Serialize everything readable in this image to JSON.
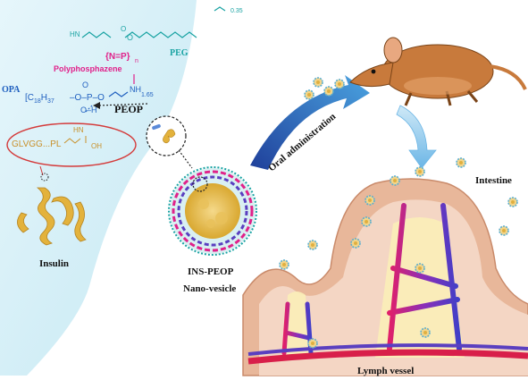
{
  "labels": {
    "peg": "PEG",
    "polyphosphazene": "Polyphosphazene",
    "opa": "OPA",
    "c18": "[C",
    "c18_sub": "18",
    "c18_h": "H",
    "c18_h_sub": "37",
    "peop": "PEOP",
    "sub_035": "0.35",
    "sub_165": "1.65",
    "sub_n": "n",
    "peptide": "GLVGG...PL",
    "insulin": "Insulin",
    "ins_peop": "INS-PEOP",
    "nano_vesicle": "Nano-vesicle",
    "oral_admin": "Oral administration",
    "intestine": "Intestine",
    "lymph_vessel": "Lymph vessel"
  },
  "colors": {
    "panel": "#d8f1f8",
    "peg": "#1aa3a3",
    "polyphosphazene": "#e0218a",
    "opa": "#1f5fbf",
    "insulin": "#e3b23c",
    "peptide": "#c8902a",
    "arrow_dark": "#1f4fa6",
    "arrow_light": "#8fc8ea",
    "mouse": "#c87a3c",
    "villus_outer": "#e3a98c",
    "lymph_red": "#d81f4a",
    "lymph_blue": "#5a3fc0"
  }
}
